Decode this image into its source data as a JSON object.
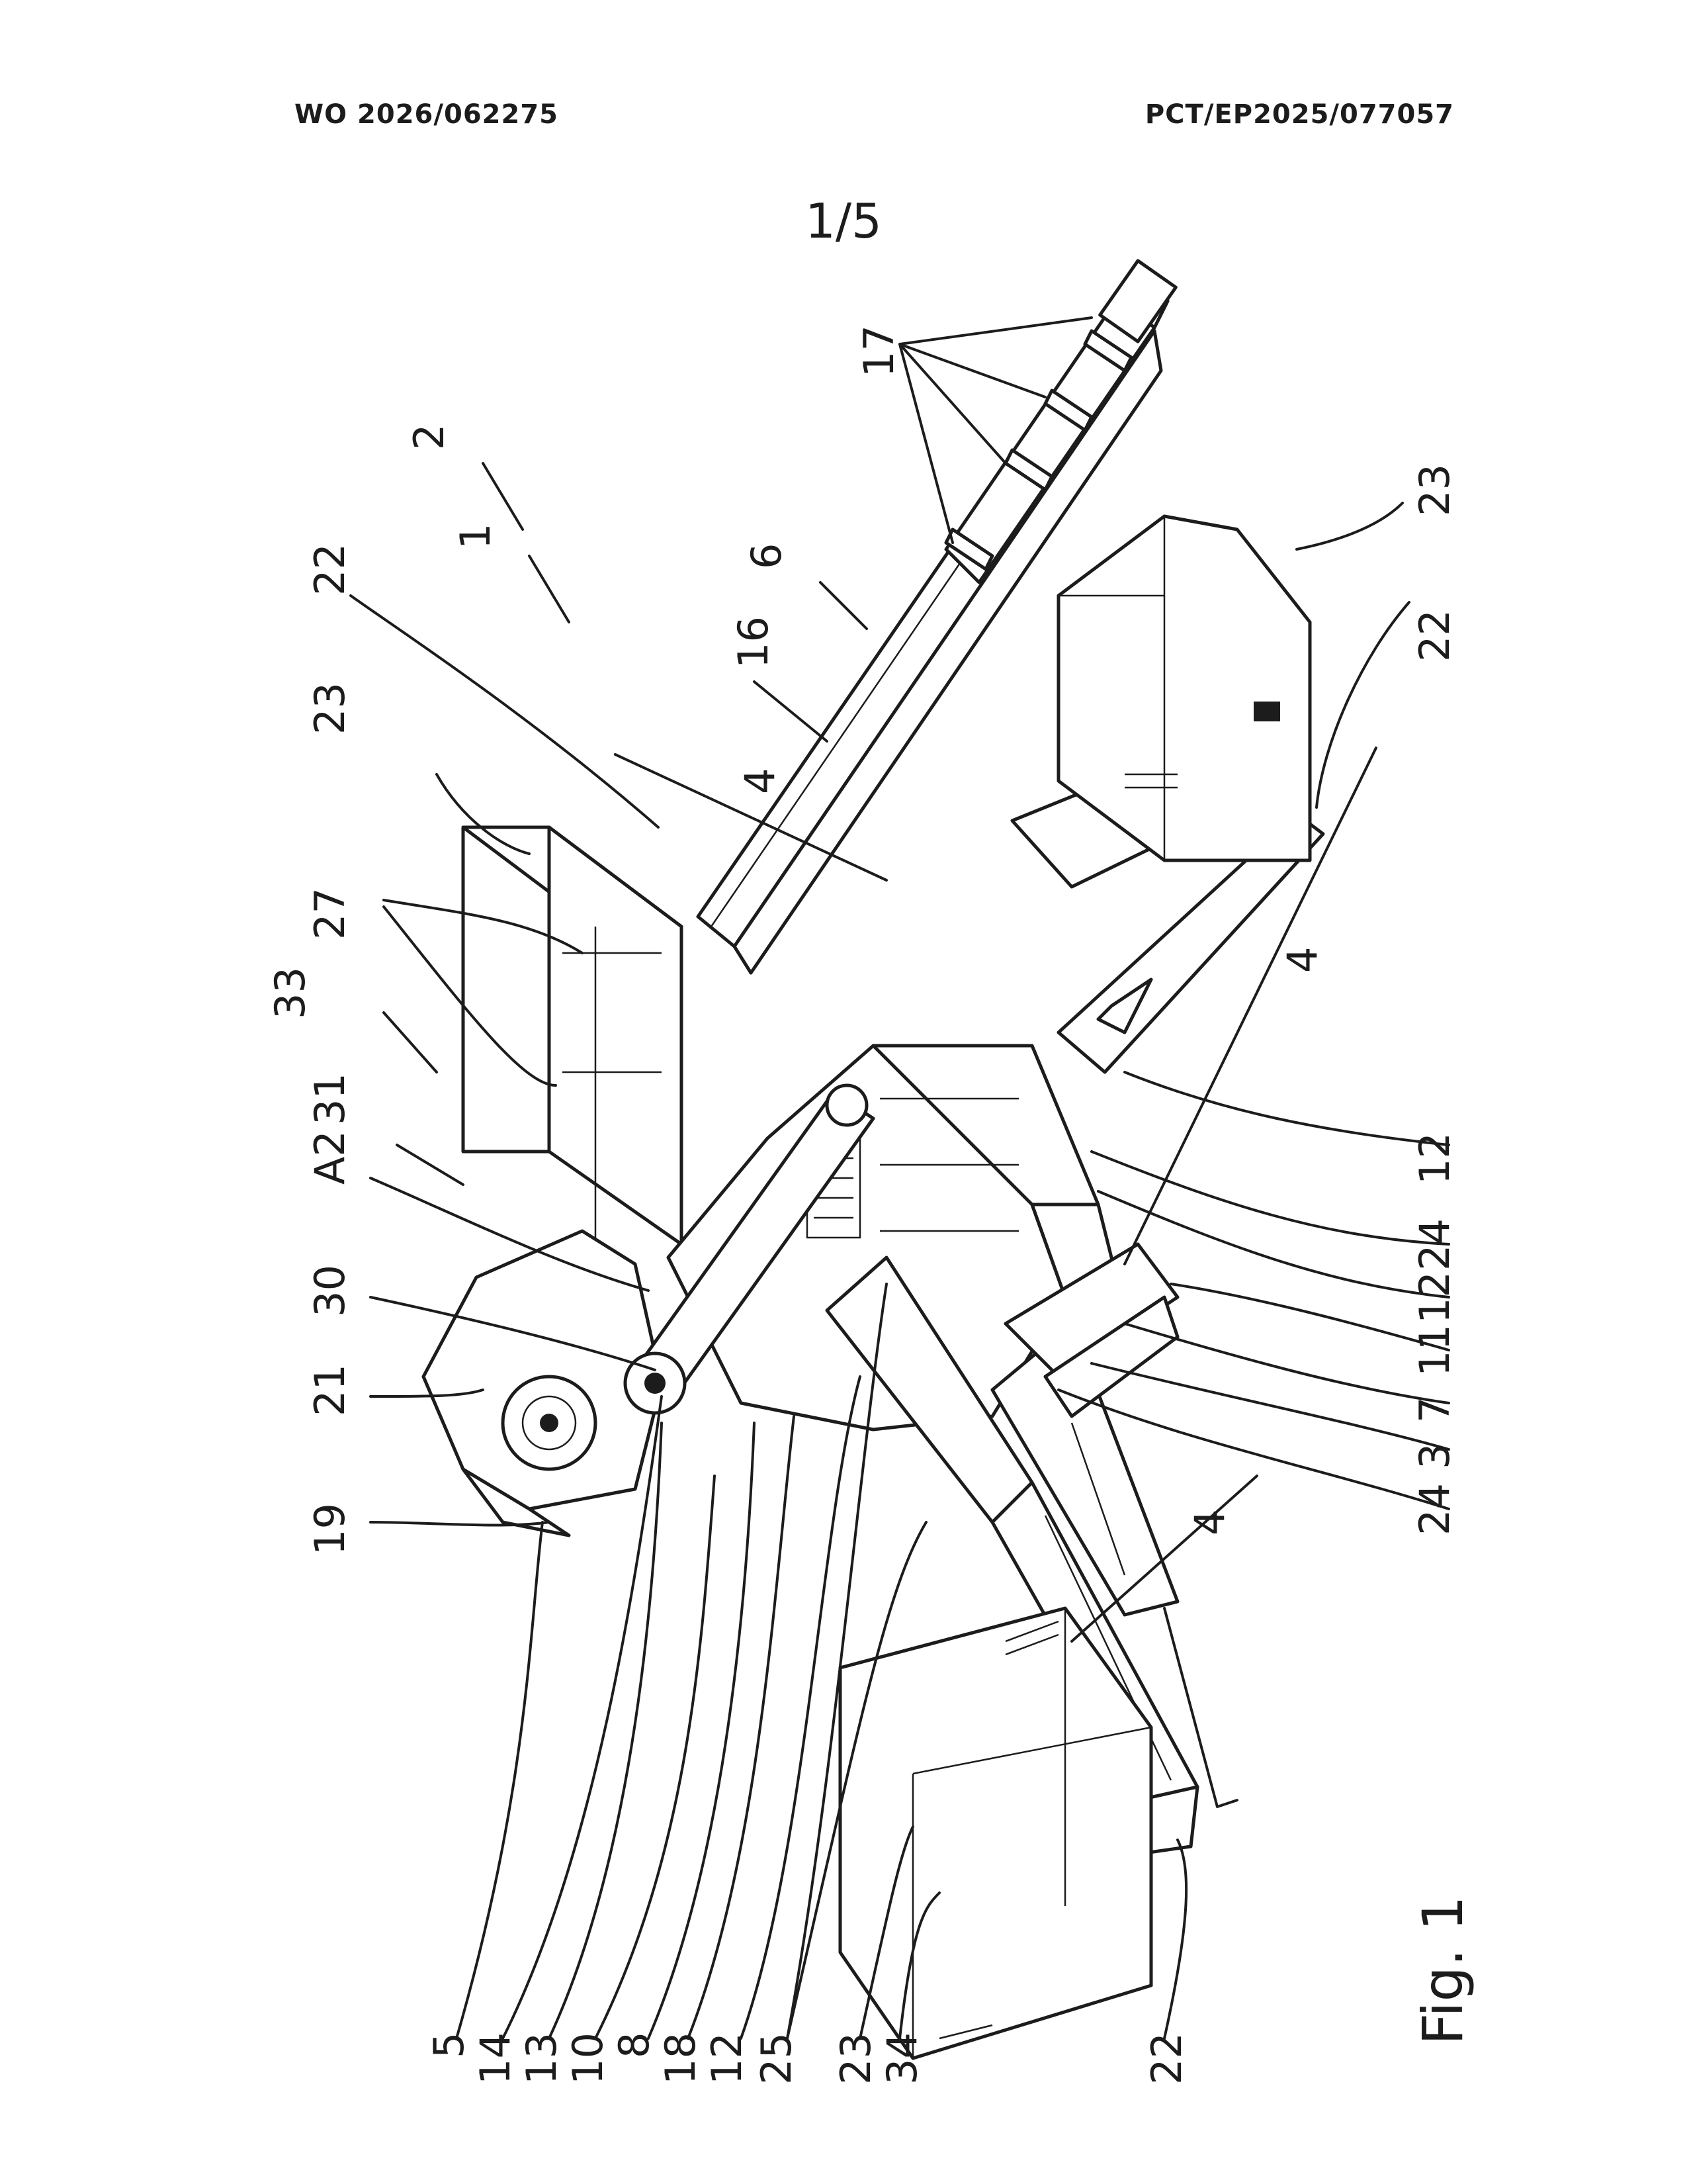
{
  "header": {
    "publication_number": "WO 2026/062275",
    "application_number": "PCT/EP2025/077057"
  },
  "sheet_number": "1/5",
  "figure": {
    "caption": "Fig. 1",
    "reference_numerals": {
      "top_row": [
        "22",
        "23",
        "27",
        "33",
        "31",
        "A2",
        "30",
        "21",
        "19"
      ],
      "bottom_row": [
        "5",
        "14",
        "13",
        "10",
        "8",
        "18",
        "12",
        "25",
        "23",
        "34",
        "22"
      ],
      "right_side": [
        "12",
        "24",
        "12",
        "11",
        "7",
        "3",
        "24",
        "4",
        "4",
        "22",
        "23"
      ],
      "upper_area": [
        "2",
        "1",
        "6",
        "16",
        "17",
        "4"
      ]
    }
  }
}
